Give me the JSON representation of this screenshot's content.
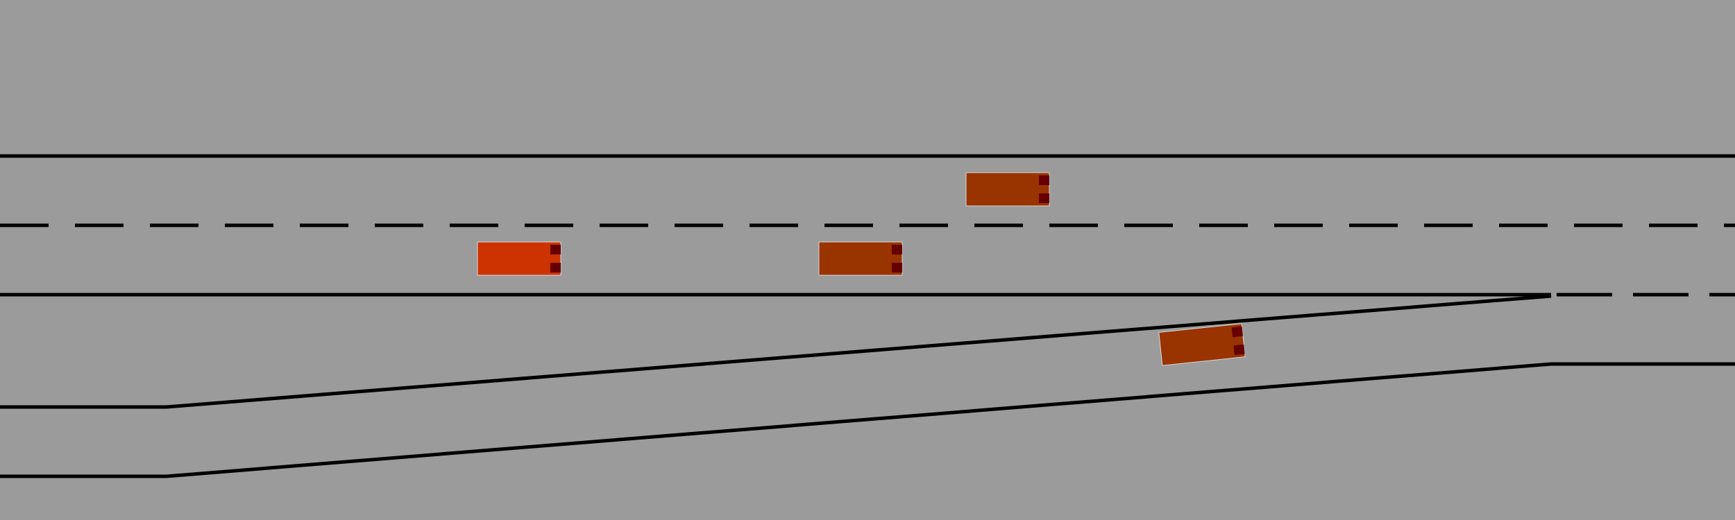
{
  "scene": {
    "background_color": "#9b9b9b",
    "line_color": "#000000"
  },
  "vehicles": [
    {
      "role": "ego",
      "color": "#cc3300",
      "light_color": "#660000"
    },
    {
      "role": "other",
      "color": "#993300",
      "light_color": "#660000"
    },
    {
      "role": "other",
      "color": "#993300",
      "light_color": "#660000"
    },
    {
      "role": "other",
      "color": "#993300",
      "light_color": "#660000"
    }
  ]
}
